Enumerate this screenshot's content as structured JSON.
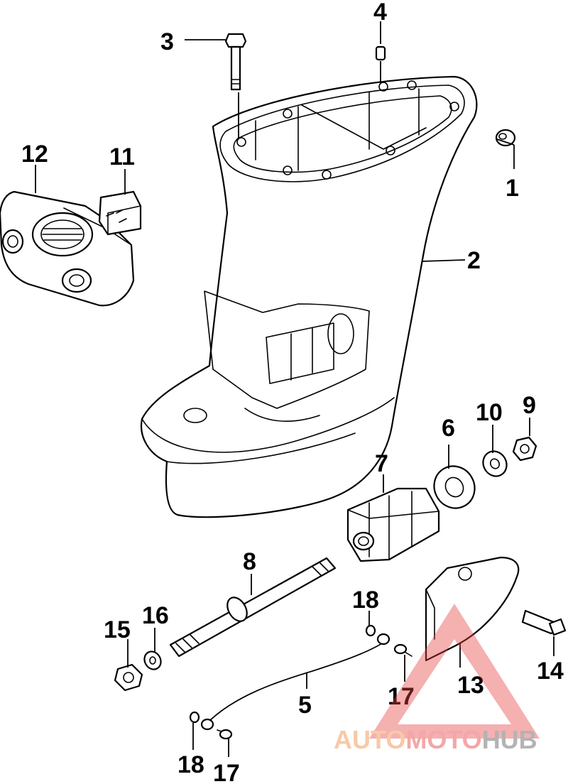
{
  "callouts": [
    {
      "id": "1",
      "text": "1"
    },
    {
      "id": "2",
      "text": "2"
    },
    {
      "id": "3",
      "text": "3"
    },
    {
      "id": "4",
      "text": "4"
    },
    {
      "id": "5",
      "text": "5"
    },
    {
      "id": "6",
      "text": "6"
    },
    {
      "id": "7",
      "text": "7"
    },
    {
      "id": "8",
      "text": "8"
    },
    {
      "id": "9",
      "text": "9"
    },
    {
      "id": "10",
      "text": "10"
    },
    {
      "id": "11",
      "text": "11"
    },
    {
      "id": "12",
      "text": "12"
    },
    {
      "id": "13",
      "text": "13"
    },
    {
      "id": "14",
      "text": "14"
    },
    {
      "id": "15",
      "text": "15"
    },
    {
      "id": "16",
      "text": "16"
    },
    {
      "id": "17a",
      "text": "17"
    },
    {
      "id": "17b",
      "text": "17"
    },
    {
      "id": "18a",
      "text": "18"
    },
    {
      "id": "18b",
      "text": "18"
    }
  ],
  "watermark": {
    "part1": "AUTO",
    "part2": "MOTO",
    "part3": "HUB",
    "color_auto": "#f5b88a",
    "color_moto": "#f08a8a",
    "color_hub": "#9a9a9a",
    "triangle_color": "#e84040"
  }
}
